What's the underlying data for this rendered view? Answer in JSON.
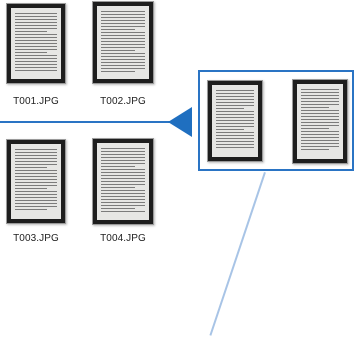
{
  "files": [
    {
      "name": "T001.JPG"
    },
    {
      "name": "T002.JPG"
    },
    {
      "name": "T003.JPG"
    },
    {
      "name": "T004.JPG"
    }
  ],
  "colors": {
    "accent": "#2a74c4",
    "arrow": "#1f6fc0",
    "pointer": "#a8c4e6"
  }
}
